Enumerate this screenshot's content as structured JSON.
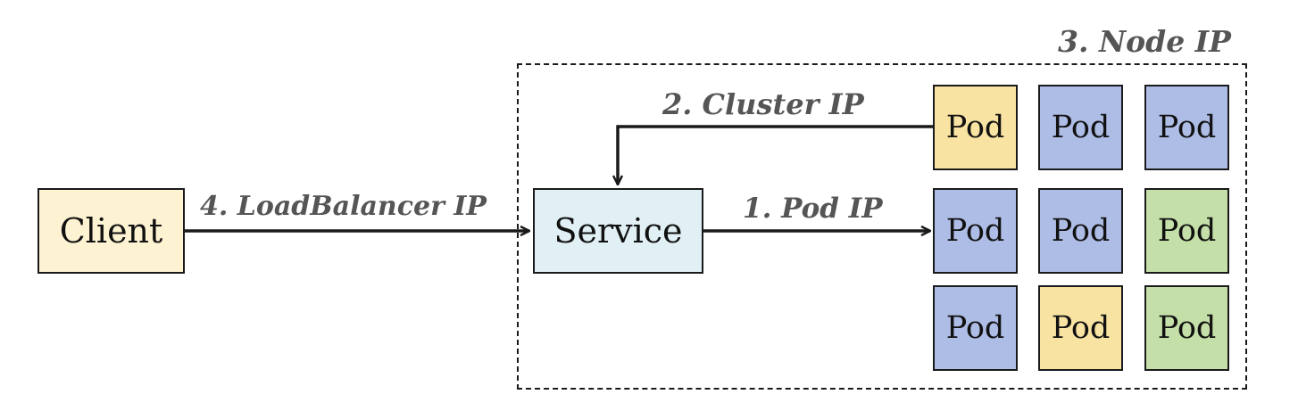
{
  "diagram": {
    "client_label": "Client",
    "service_label": "Service",
    "pod_label": "Pod",
    "edge_labels": {
      "pod_ip": "1. Pod IP",
      "cluster_ip": "2. Cluster IP",
      "node_ip": "3. Node IP",
      "loadbalancer_ip": "4. LoadBalancer IP"
    },
    "pods": [
      {
        "row": 0,
        "col": 0,
        "color": "yellow"
      },
      {
        "row": 0,
        "col": 1,
        "color": "blue"
      },
      {
        "row": 0,
        "col": 2,
        "color": "blue"
      },
      {
        "row": 1,
        "col": 0,
        "color": "blue"
      },
      {
        "row": 1,
        "col": 1,
        "color": "blue"
      },
      {
        "row": 1,
        "col": 2,
        "color": "green"
      },
      {
        "row": 2,
        "col": 0,
        "color": "blue"
      },
      {
        "row": 2,
        "col": 1,
        "color": "yellow"
      },
      {
        "row": 2,
        "col": 2,
        "color": "green"
      }
    ],
    "colors": {
      "client_fill": "#fdf2d2",
      "service_fill": "#e1f0f5",
      "yellow": "#f9e3a2",
      "blue": "#aebde6",
      "green": "#c4dfa7",
      "stroke": "#1a1a1a",
      "label_text": "#555555"
    }
  }
}
